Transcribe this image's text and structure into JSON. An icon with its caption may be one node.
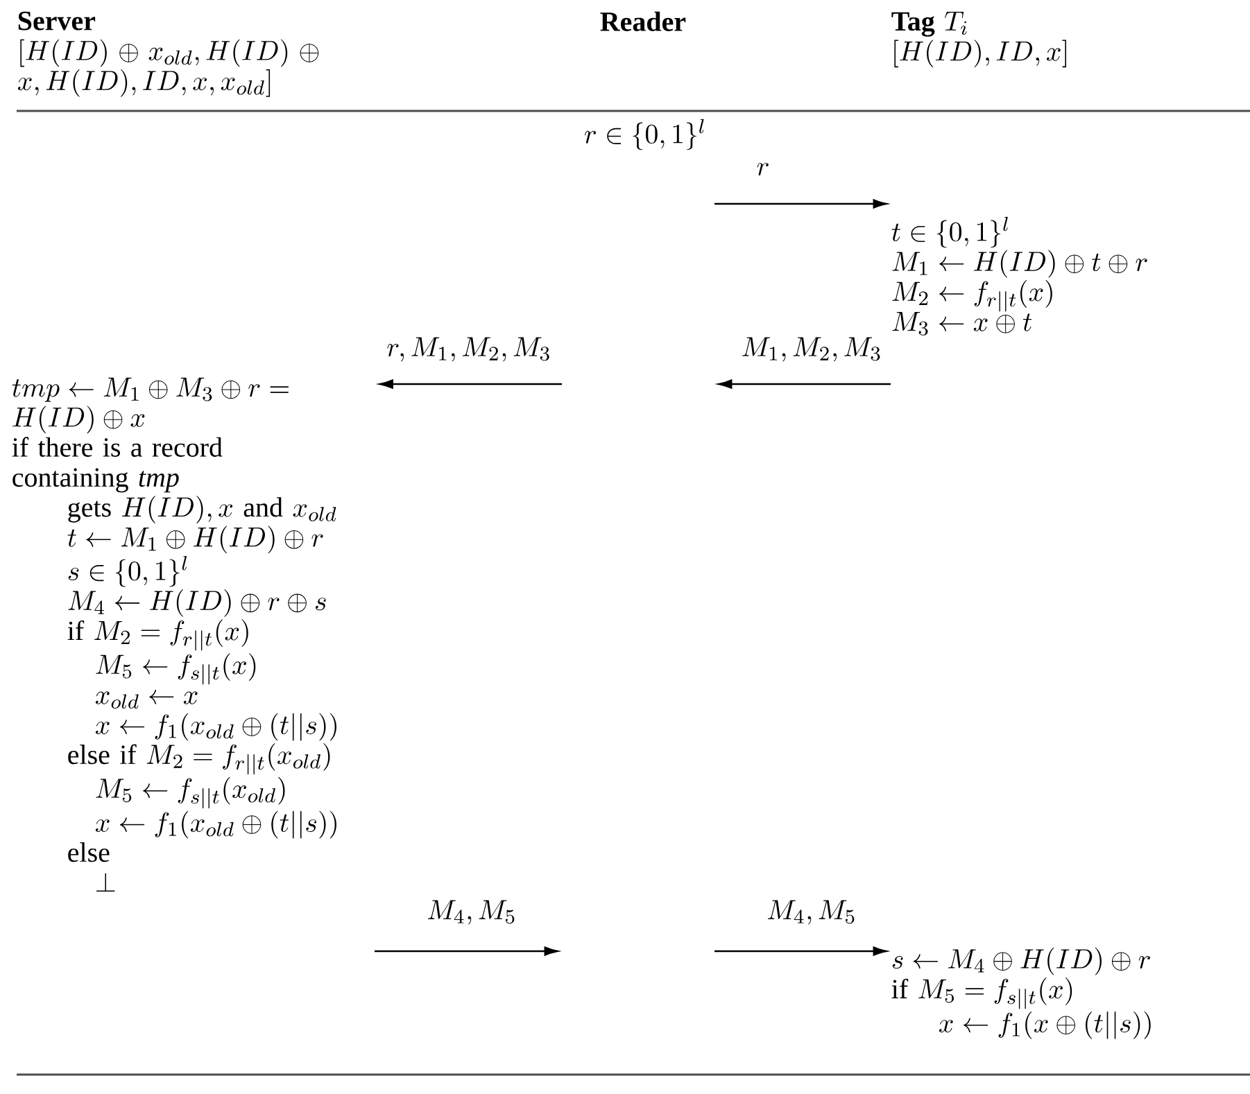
{
  "diagram": {
    "nodes": [
      {
        "text": [
          "Server",
          "[H(ID) \\oplus x_{old}, H(ID) \\oplus x, H(ID), ID, x, x_{old}]"
        ]
      },
      {
        "text": [
          "Reader"
        ]
      },
      {
        "text": [
          "\\textbf{Tag}\\ T_i",
          "[H(ID), ID, x]"
        ]
      },
      {
        "text": [
          "t \\in \\{0,1\\}^l",
          "M_1 \\leftarrow H(ID) \\oplus t \\oplus r",
          "M_2 \\leftarrow f_{r||t}(x)",
          "M_3 \\leftarrow x \\oplus t"
        ]
      },
      {
        "text": [
          "tmp \\leftarrow M_1 \\oplus M_3 \\oplus r = H(ID) \\oplus x",
          "if there is a record containing *tmp*",
          "\\text{gets } H(ID), x \\text{ and } x_{old}",
          "t \\leftarrow M_1 \\oplus H(ID) \\oplus r",
          "s \\in \\{0,1\\}^l",
          "M_4 \\leftarrow H(ID) \\oplus r \\oplus s",
          "\\text{if } M_2 = f_{r||t}(x)",
          "M_5 \\leftarrow f_{s||t}(x)",
          "x_{old} \\leftarrow x",
          "x \\leftarrow f_1(x_{old} \\oplus (t||s))",
          "\\text{else if } M_2 = f_{r||t}(x_{old})",
          "M_5 \\leftarrow f_{s||t}(x_{old})",
          "x \\leftarrow f_1(x_{old} \\oplus (t||s))",
          "\\text{else}",
          "\\bot"
        ]
      },
      {
        "text": [
          "s \\leftarrow M_4 \\oplus H(ID) \\oplus r",
          "\\text{if } M_5 = f_{s||t}(x)",
          "x \\leftarrow f_1(x \\oplus (t||s))"
        ]
      }
    ],
    "labels": [
      "r \\in \\{0,1\\}^l",
      "M_4, M_5"
    ],
    "edges": [
      {
        "from": null,
        "to": 3,
        "arrow": "to",
        "label": "r"
      },
      {
        "from": 3,
        "to": null,
        "arrow": "to",
        "label": "M_1, M_2, M_3"
      },
      {
        "from": null,
        "to": 4,
        "arrow": "to",
        "label": "r, M_1, M_2, M_3"
      },
      {
        "from": null,
        "to": 5,
        "arrow": "to",
        "label": "M_4, M_5"
      }
    ]
  }
}
